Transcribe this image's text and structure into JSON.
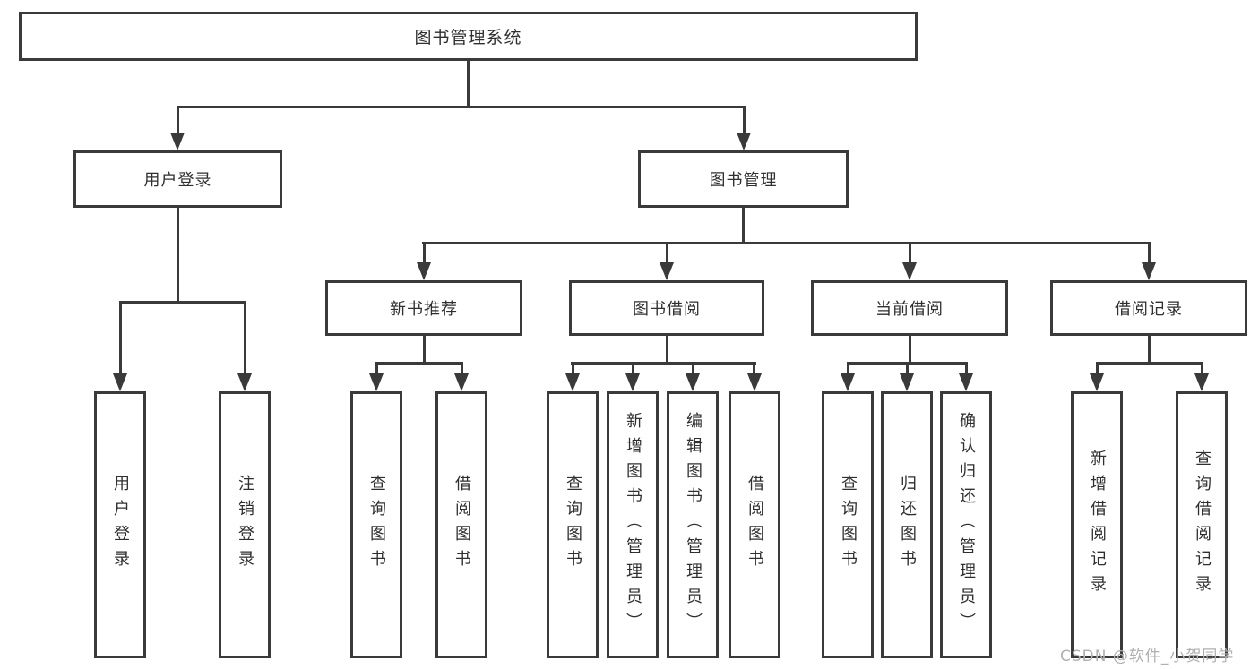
{
  "diagram": {
    "root": {
      "label": "图书管理系统"
    },
    "level2": [
      {
        "id": "user-login",
        "label": "用户登录"
      },
      {
        "id": "book-management",
        "label": "图书管理"
      }
    ],
    "level3": [
      {
        "id": "new-book-recommend",
        "label": "新书推荐",
        "parent": "图书管理"
      },
      {
        "id": "book-borrow",
        "label": "图书借阅",
        "parent": "图书管理"
      },
      {
        "id": "current-borrow",
        "label": "当前借阅",
        "parent": "图书管理"
      },
      {
        "id": "borrow-records",
        "label": "借阅记录",
        "parent": "图书管理"
      }
    ],
    "leaves": [
      {
        "label": "用户登录",
        "parent": "用户登录"
      },
      {
        "label": "注销登录",
        "parent": "用户登录"
      },
      {
        "label": "查询图书",
        "parent": "新书推荐"
      },
      {
        "label": "借阅图书",
        "parent": "新书推荐"
      },
      {
        "label": "查询图书",
        "parent": "图书借阅"
      },
      {
        "label": "新增图书（管理员）",
        "parent": "图书借阅"
      },
      {
        "label": "编辑图书（管理员）",
        "parent": "图书借阅"
      },
      {
        "label": "借阅图书",
        "parent": "图书借阅"
      },
      {
        "label": "查询图书",
        "parent": "当前借阅"
      },
      {
        "label": "归还图书",
        "parent": "当前借阅"
      },
      {
        "label": "确认归还（管理员）",
        "parent": "当前借阅"
      },
      {
        "label": "新增借阅记录",
        "parent": "借阅记录"
      },
      {
        "label": "查询借阅记录",
        "parent": "借阅记录"
      }
    ],
    "watermark": "CSDN @软件_小贺同学",
    "colors": {
      "line": "#3a3a3a",
      "text": "#2f2f2f",
      "box_bg": "#ffffff",
      "wm": "#b0b0b0"
    }
  }
}
